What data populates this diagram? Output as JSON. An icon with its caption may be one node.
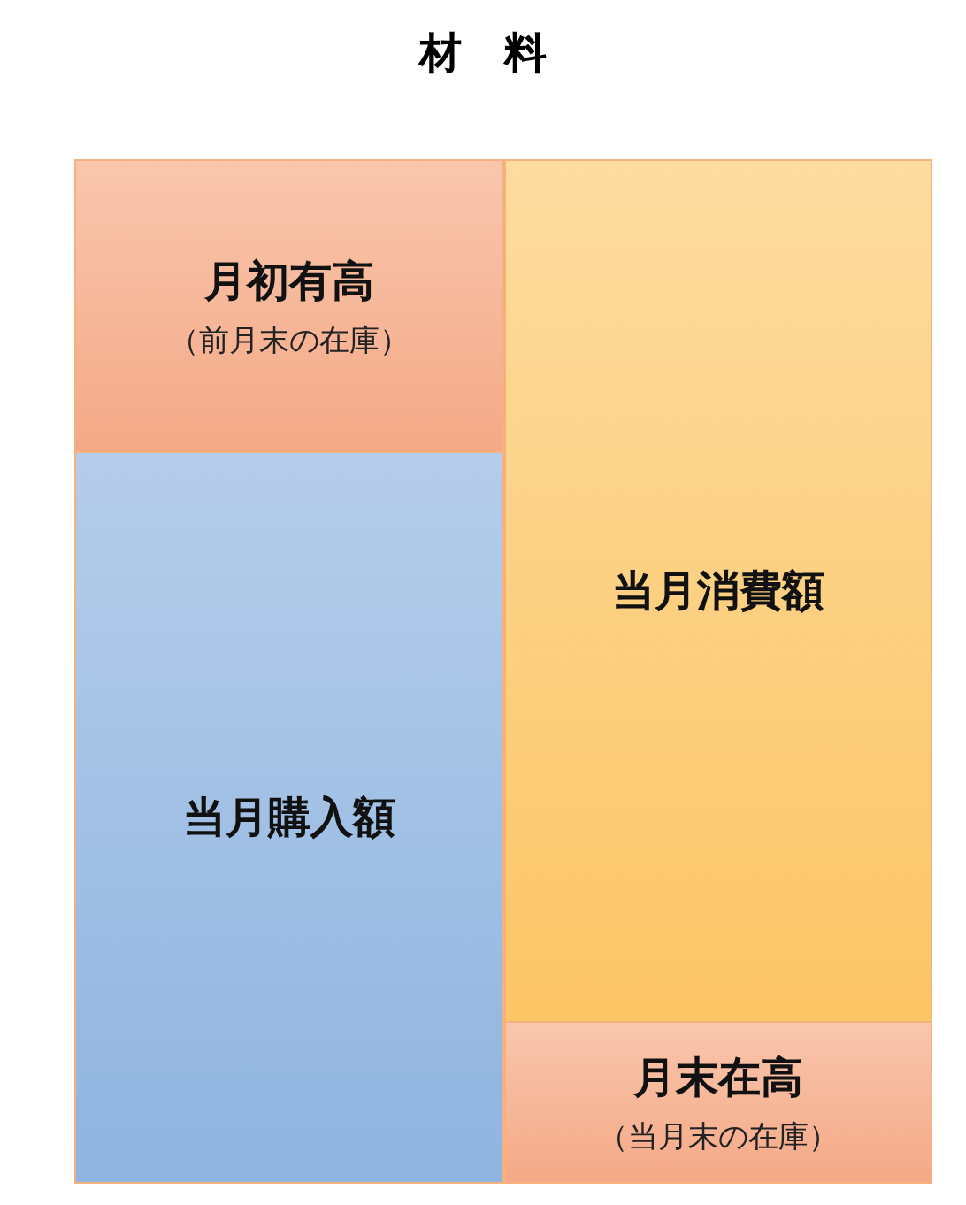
{
  "diagram": {
    "title": "材　料",
    "nodes": [
      {
        "text": [
          "月初有高",
          "（前月末の在庫）"
        ]
      },
      {
        "text": [
          "当月購入額"
        ]
      },
      {
        "text": [
          "当月消費額"
        ]
      },
      {
        "text": [
          "月末在高",
          "（当月末の在庫）"
        ]
      }
    ]
  }
}
